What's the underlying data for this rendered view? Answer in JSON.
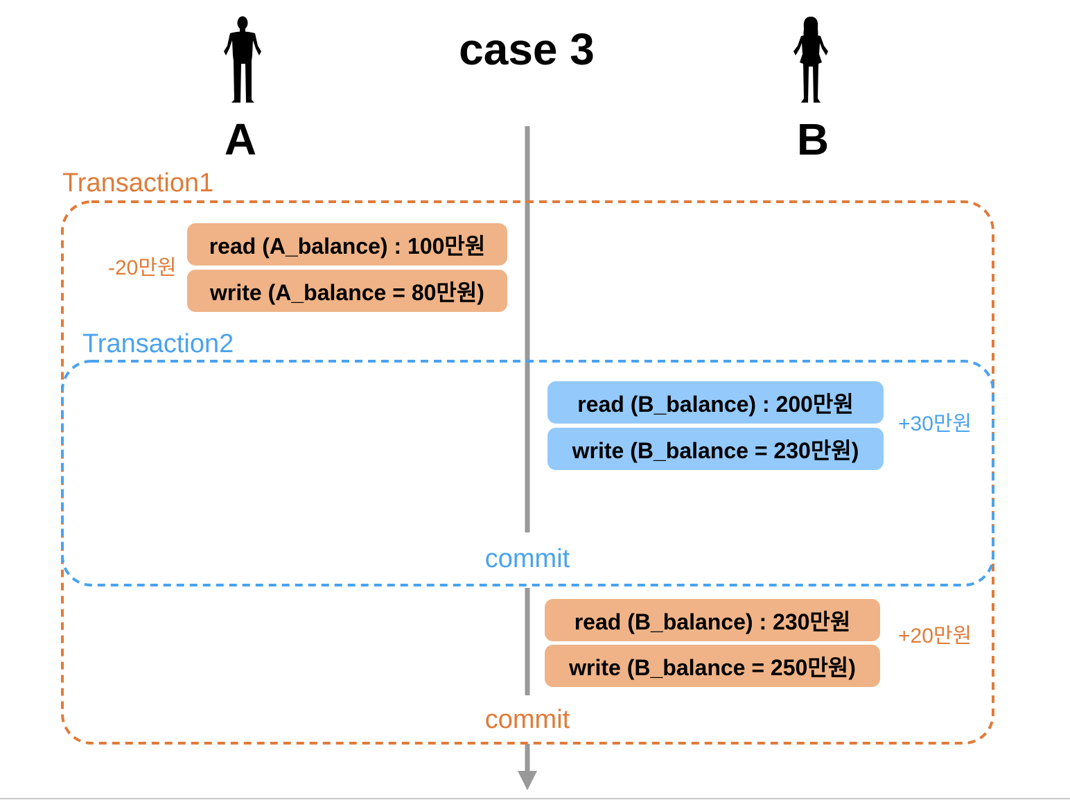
{
  "title": "case 3",
  "actors": {
    "a": {
      "label": "A",
      "icon": "person-man-icon"
    },
    "b": {
      "label": "B",
      "icon": "person-woman-icon"
    }
  },
  "transaction1": {
    "label": "Transaction1",
    "color": "#e07b39",
    "delta_a": "-20만원",
    "ops_a": [
      "read (A_balance) : 100만원",
      "write (A_balance = 80만원)"
    ],
    "delta_b": "+20만원",
    "ops_b": [
      "read (B_balance) : 230만원",
      "write (B_balance = 250만원)"
    ],
    "commit": "commit"
  },
  "transaction2": {
    "label": "Transaction2",
    "color": "#4aa3ef",
    "delta": "+30만원",
    "ops": [
      "read (B_balance) : 200만원",
      "write (B_balance = 230만원)"
    ],
    "commit": "commit"
  },
  "colors": {
    "orange_box": "#efb387",
    "blue_box": "#94c9fb",
    "timeline": "#999999"
  }
}
